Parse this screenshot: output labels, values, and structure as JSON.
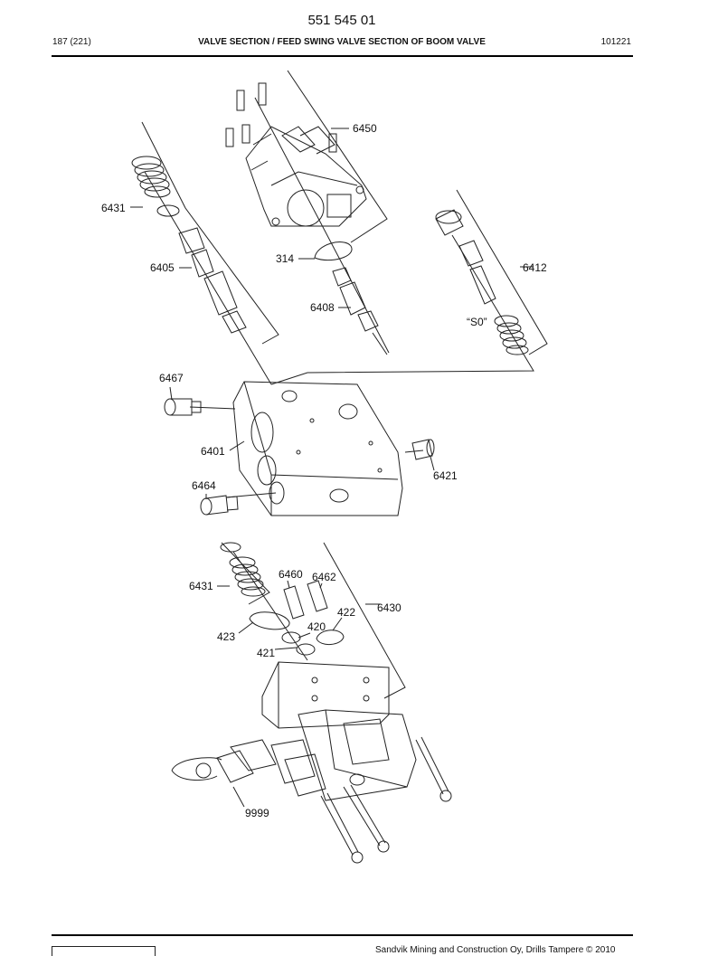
{
  "header": {
    "doc_number": "551 545 01",
    "page_ref": "187 (221)",
    "section_title": "VALVE SECTION / FEED SWING VALVE SECTION OF BOOM VALVE",
    "date_code": "101221"
  },
  "callouts": {
    "c6450": "6450",
    "c6431a": "6431",
    "c6412": "6412",
    "c314": "314",
    "c6405": "6405",
    "c6408": "6408",
    "cS0": "“S0”",
    "c6467": "6467",
    "c6401": "6401",
    "c6421": "6421",
    "c6464": "6464",
    "c6460": "6460",
    "c6462": "6462",
    "c6431b": "6431",
    "c6430": "6430",
    "c422": "422",
    "c420": "420",
    "c423": "423",
    "c421": "421",
    "c9999": "9999"
  },
  "footer": {
    "company_text": "Sandvik Mining and Construction Oy, Drills Tampere © 2010"
  }
}
